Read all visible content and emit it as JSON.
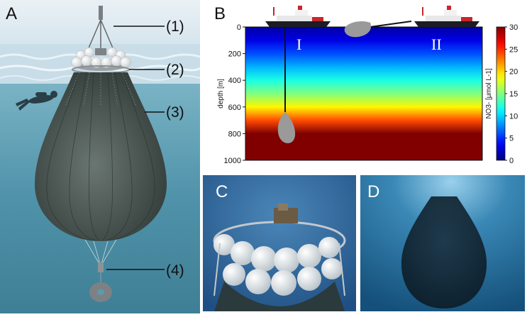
{
  "panels": {
    "a": {
      "letter": "A",
      "labels": [
        "(1)",
        "(2)",
        "(3)",
        "(4)"
      ]
    },
    "b": {
      "letter": "B",
      "roman": [
        "I",
        "II"
      ]
    },
    "c": {
      "letter": "C"
    },
    "d": {
      "letter": "D"
    }
  },
  "chart_data": {
    "type": "heatmap",
    "ylabel": "depth [m]",
    "y_ticks": [
      0,
      200,
      400,
      600,
      800,
      1000
    ],
    "ylim": [
      0,
      1000
    ],
    "y_inverted": true,
    "colorbar": {
      "label": "NO3- [μmol L-1]",
      "ticks": [
        0,
        5,
        10,
        15,
        20,
        25,
        30
      ],
      "range": [
        0,
        30
      ],
      "colormap": "jet"
    },
    "profile": [
      {
        "depth": 0,
        "no3": 1
      },
      {
        "depth": 100,
        "no3": 3
      },
      {
        "depth": 200,
        "no3": 6
      },
      {
        "depth": 300,
        "no3": 9
      },
      {
        "depth": 400,
        "no3": 12
      },
      {
        "depth": 500,
        "no3": 15
      },
      {
        "depth": 600,
        "no3": 19
      },
      {
        "depth": 700,
        "no3": 24
      },
      {
        "depth": 800,
        "no3": 30
      },
      {
        "depth": 1000,
        "no3": 30
      }
    ]
  },
  "colors": {
    "sky": "#dfeaf0",
    "water": "#5b9ab0",
    "bag": "#4a5652",
    "weight": "#8e9294"
  }
}
